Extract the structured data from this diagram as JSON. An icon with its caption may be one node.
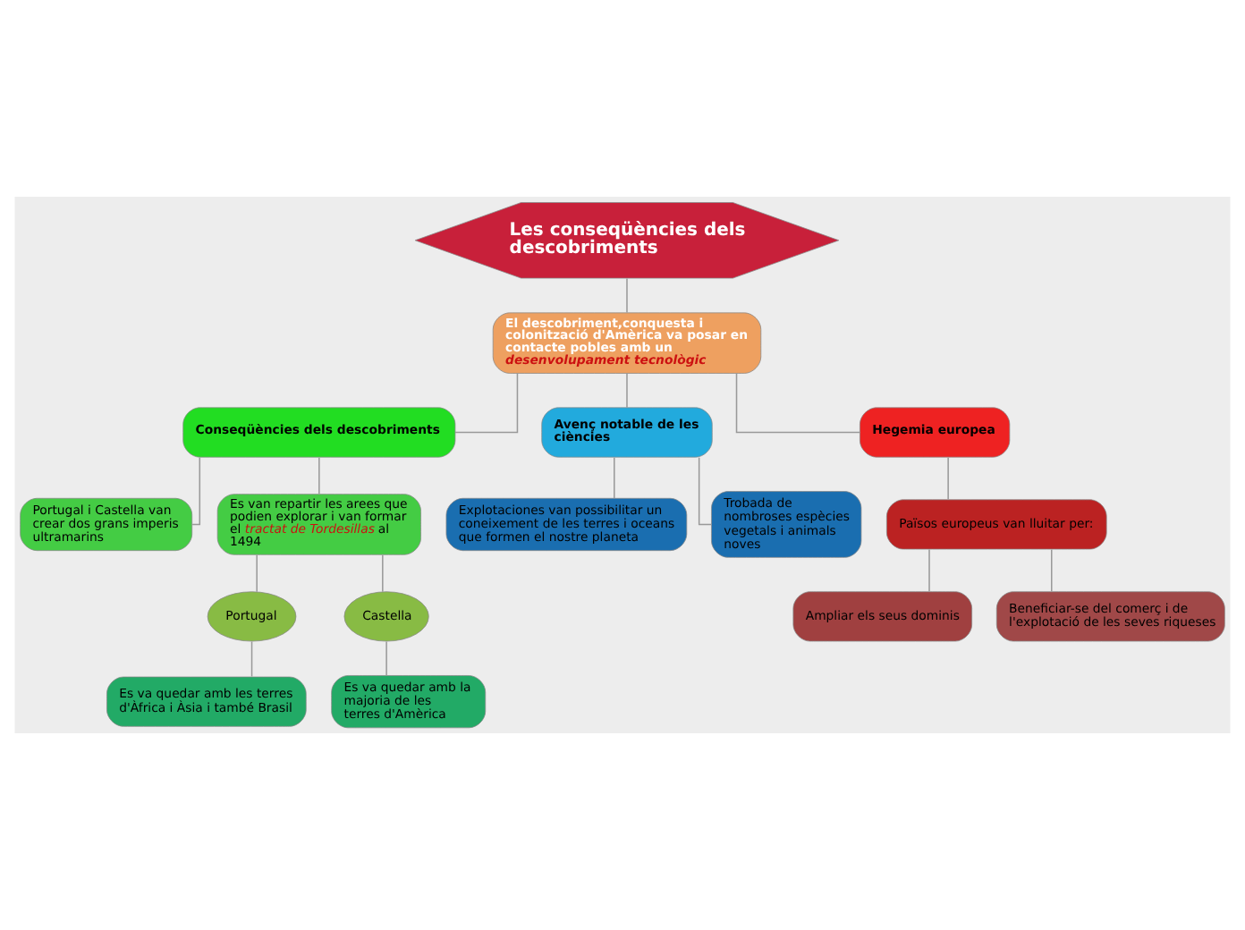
{
  "diagram": {
    "nodes": [
      {
        "text": [
          "Les conseqüències dels descobriments"
        ]
      },
      {
        "text": [
          "El descobriment,conquesta i colonització d'Amèrica va posar en contacte pobles amb un *desenvolupament tecnològic*"
        ]
      },
      {
        "text": [
          "Conseqüències dels descobriments"
        ]
      },
      {
        "text": [
          "Avenç notable de les ciències"
        ]
      },
      {
        "text": [
          "Hegemia europea"
        ]
      },
      {
        "text": [
          "Portugal i Castella van crear dos grans imperis ultramarins"
        ]
      },
      {
        "text": [
          "Es van repartir les arees que podien explorar i van formar el *tractat de Tordesillas* al 1494"
        ]
      },
      {
        "text": [
          "Portugal"
        ]
      },
      {
        "text": [
          "Castella"
        ]
      },
      {
        "text": [
          "Es va quedar amb les terres d'Àfrica i Àsia i també Brasil"
        ]
      },
      {
        "text": [
          "Es va quedar amb la majoria de les terres d'Amèrica"
        ]
      },
      {
        "text": [
          "Explotaciones van possibilitar un coneixement de les terres i oceans que formen el nostre planeta"
        ]
      },
      {
        "text": [
          "Trobada de nombroses espècies vegetals i animals noves"
        ]
      },
      {
        "text": [
          "Països europeus van lluitar per:"
        ]
      },
      {
        "text": [
          "Ampliar els seus dominis"
        ]
      },
      {
        "text": [
          "Beneficiar-se del comerç i de l'explotació de les seves riqueses"
        ]
      }
    ],
    "edges": [
      {
        "from": 0,
        "to": 1,
        "arrow": "none"
      },
      {
        "from": 1,
        "to": 2,
        "arrow": "none"
      },
      {
        "from": 1,
        "to": 3,
        "arrow": "none"
      },
      {
        "from": 1,
        "to": 4,
        "arrow": "none"
      },
      {
        "from": 2,
        "to": 5,
        "arrow": "none"
      },
      {
        "from": 2,
        "to": 6,
        "arrow": "none"
      },
      {
        "from": 6,
        "to": 7,
        "arrow": "none"
      },
      {
        "from": 6,
        "to": 8,
        "arrow": "none"
      },
      {
        "from": 7,
        "to": 9,
        "arrow": "none"
      },
      {
        "from": 8,
        "to": 10,
        "arrow": "none"
      },
      {
        "from": 3,
        "to": 11,
        "arrow": "none"
      },
      {
        "from": 3,
        "to": 12,
        "arrow": "none"
      },
      {
        "from": 4,
        "to": 13,
        "arrow": "none"
      },
      {
        "from": 13,
        "to": 14,
        "arrow": "none"
      },
      {
        "from": 13,
        "to": 15,
        "arrow": "none"
      }
    ]
  }
}
